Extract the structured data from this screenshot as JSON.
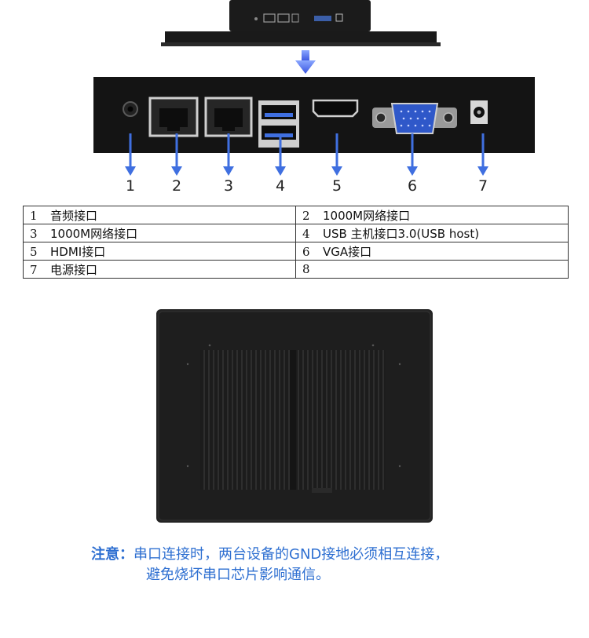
{
  "callouts": [
    "1",
    "2",
    "3",
    "4",
    "5",
    "6",
    "7"
  ],
  "port_table": {
    "rows": [
      [
        {
          "num": "1",
          "label": "音频接口"
        },
        {
          "num": "2",
          "label": "1000M网络接口"
        }
      ],
      [
        {
          "num": "3",
          "label": "1000M网络接口"
        },
        {
          "num": "4",
          "label": "USB 主机接口3.0(USB host)"
        }
      ],
      [
        {
          "num": "5",
          "label": "HDMI接口"
        },
        {
          "num": "6",
          "label": "VGA接口"
        }
      ],
      [
        {
          "num": "7",
          "label": "电源接口"
        },
        {
          "num": "8",
          "label": ""
        }
      ]
    ]
  },
  "notice": {
    "label": "注意：",
    "line1": "串口连接时，两台设备的GND接地必须相互连接，",
    "line2": "避免烧坏串口芯片影响通信。"
  },
  "colors": {
    "accent_blue": "#2e6fd1",
    "panel_dark": "#141414"
  }
}
